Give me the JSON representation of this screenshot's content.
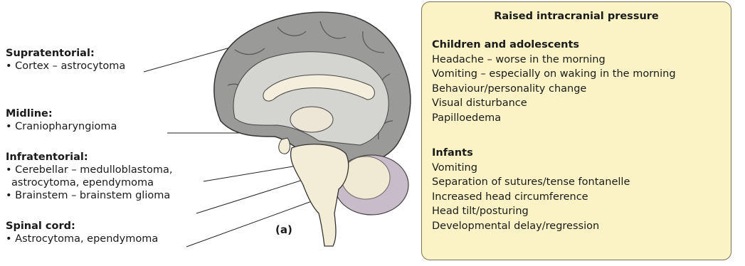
{
  "left_labels": {
    "supratentorial": {
      "heading": "Supratentorial:",
      "items": [
        "• Cortex – astrocytoma"
      ]
    },
    "midline": {
      "heading": "Midline:",
      "items": [
        "• Craniopharyngioma"
      ]
    },
    "infratentorial": {
      "heading": "Infratentorial:",
      "items": [
        "• Cerebellar – medulloblastoma,",
        "astrocytoma, ependymoma",
        "• Brainstem – brainstem glioma"
      ]
    },
    "spinal_cord": {
      "heading": "Spinal cord:",
      "items": [
        "• Astrocytoma, ependymoma"
      ]
    }
  },
  "figure_caption": "(a)",
  "box": {
    "title": "Raised intracranial pressure",
    "sections": [
      {
        "heading": "Children and adolescents",
        "items": [
          "Headache – worse in the morning",
          "Vomiting – especially on waking in the morning",
          "Behaviour/personality change",
          "Visual disturbance",
          "Papilloedema"
        ]
      },
      {
        "heading": "Infants",
        "items": [
          "Vomiting",
          "Separation of sutures/tense fontanelle",
          "Increased head circumference",
          "Head tilt/posturing",
          "Developmental delay/regression"
        ]
      }
    ]
  },
  "colors": {
    "cortex": "#9a9a98",
    "white_matter": "#d4d4d0",
    "brainstem": "#f3edd8",
    "cerebellum_cortex": "#c9bcc9",
    "cerebellum_inner": "#f0ead4",
    "box_fill": "#fbf3c6",
    "outline": "#333333"
  }
}
